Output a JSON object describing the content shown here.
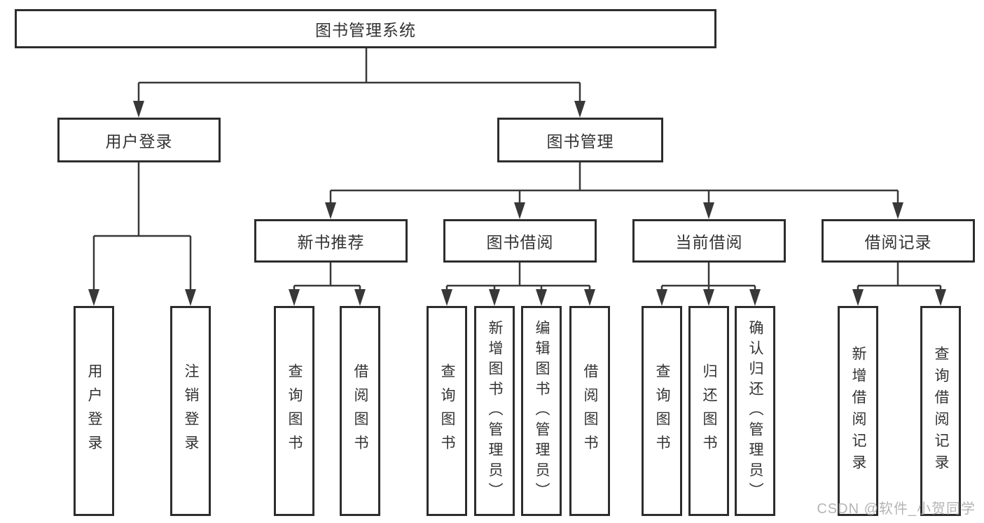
{
  "diagram": {
    "title": "图书管理系统",
    "colors": {
      "line": "#383838",
      "box_border": "#2d2d2d",
      "text": "#333333",
      "background": "#ffffff",
      "watermark": "#a8a8a8"
    }
  },
  "tree": {
    "root": {
      "label": "图书管理系统"
    },
    "branches": [
      {
        "label": "用户登录",
        "children": [
          {
            "label": "用户登录"
          },
          {
            "label": "注销登录"
          }
        ]
      },
      {
        "label": "图书管理",
        "children": [
          {
            "label": "新书推荐",
            "children": [
              {
                "label": "查询图书"
              },
              {
                "label": "借阅图书"
              }
            ]
          },
          {
            "label": "图书借阅",
            "children": [
              {
                "label": "查询图书"
              },
              {
                "label": "新增图书（管理员）"
              },
              {
                "label": "编辑图书（管理员）"
              },
              {
                "label": "借阅图书"
              }
            ]
          },
          {
            "label": "当前借阅",
            "children": [
              {
                "label": "查询图书"
              },
              {
                "label": "归还图书"
              },
              {
                "label": "确认归还（管理员）"
              }
            ]
          },
          {
            "label": "借阅记录",
            "children": [
              {
                "label": "新增借阅记录"
              },
              {
                "label": "查询借阅记录"
              }
            ]
          }
        ]
      }
    ]
  },
  "watermark": {
    "text": "CSDN @软件_小贺同学"
  }
}
